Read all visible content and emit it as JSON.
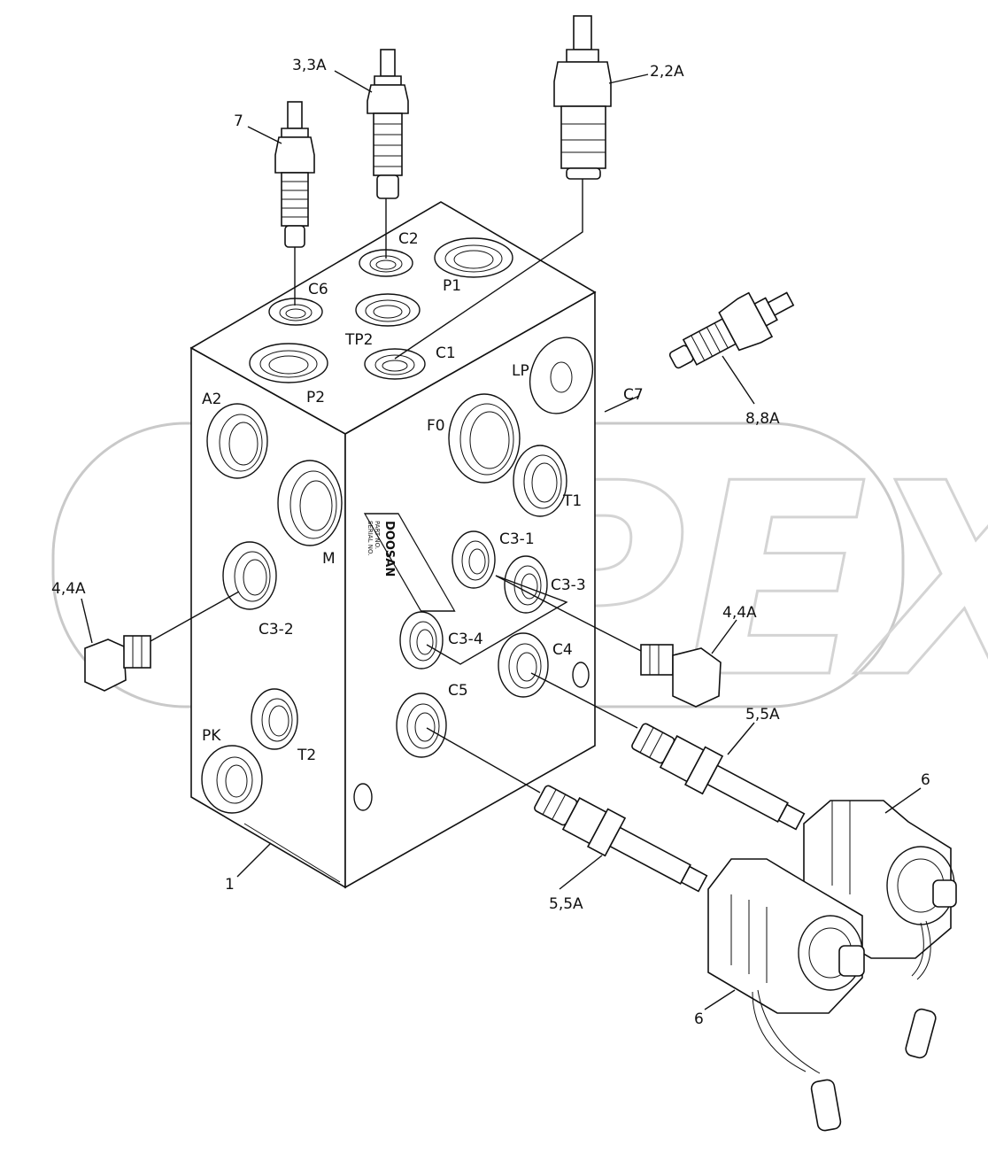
{
  "diagram": {
    "watermark": "OPEX",
    "part_callouts": {
      "p1": "1",
      "p2": "2,2A",
      "p3": "3,3A",
      "p4_left": "4,4A",
      "p4_right": "4,4A",
      "p5_upper": "5,5A",
      "p5_lower": "5,5A",
      "p6_upper": "6",
      "p6_lower": "6",
      "p7": "7",
      "p8": "8,8A"
    },
    "port_labels": {
      "C2": "C2",
      "P1": "P1",
      "C6": "C6",
      "TP2": "TP2",
      "C1": "C1",
      "P2": "P2",
      "LP": "LP",
      "C7": "C7",
      "A2": "A2",
      "F0": "F0",
      "T1": "T1",
      "M": "M",
      "C3_1": "C3-1",
      "C3_3": "C3-3",
      "C3_2": "C3-2",
      "C3_4": "C3-4",
      "C4": "C4",
      "C5": "C5",
      "PK": "PK",
      "T2": "T2"
    },
    "nameplate": {
      "brand": "DOOSAN",
      "line1": "PART NO.",
      "line2": "SERIAL NO."
    }
  }
}
